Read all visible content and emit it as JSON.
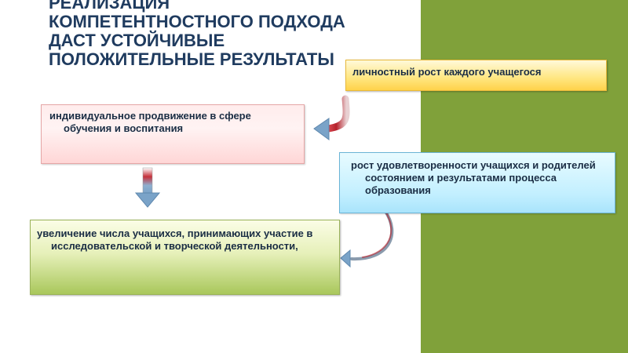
{
  "title": {
    "lines": [
      "РЕАЛИЗАЦИЯ",
      "КОМПЕТЕНТНОСТНОГО ПОДХОДА",
      "ДАСТ УСТОЙЧИВЫЕ",
      "ПОЛОЖИТЕЛЬНЫЕ РЕЗУЛЬТАТЫ"
    ]
  },
  "boxes": {
    "personal_growth": "личностный рост каждого учащегося",
    "individual_progress": "индивидуальное продвижение в сфере обучения и воспитания",
    "satisfaction_growth": "рост удовлетворенности учащихся и родителей состоянием и результатами процесса образования",
    "participation_increase": "увеличение числа учащихся, принимающих участие в исследовательской и творческой деятельности,"
  },
  "colors": {
    "title": "#1f3b5f",
    "green_band": "#80a13a",
    "yellow_box": "#ffe680",
    "pink_box": "#ffd6d6",
    "blue_box": "#c2efff",
    "green_box": "#a9c75b",
    "arrow_red": "#b5202a",
    "arrow_blue": "#7aa3c8"
  }
}
